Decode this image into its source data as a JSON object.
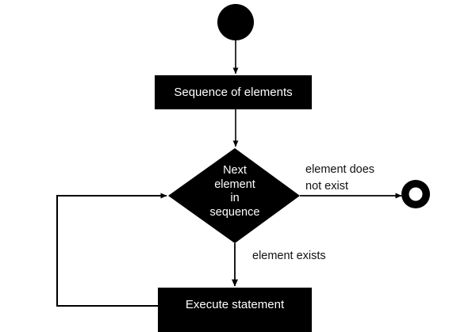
{
  "diagram": {
    "title": "Loop flowchart",
    "colors": {
      "fill": "#000000",
      "stroke": "#000000",
      "node_text": "#ffffff",
      "edge_text": "#111111",
      "background": "#ffffff"
    },
    "nodes": {
      "start": {
        "type": "start-node",
        "name": "start"
      },
      "sequence_box": {
        "type": "action",
        "label": "Sequence of elements"
      },
      "decision": {
        "type": "decision",
        "label": "Next\nelement\nin\nsequence"
      },
      "execute_box": {
        "type": "action",
        "label": "Execute statement"
      },
      "end": {
        "type": "end-node",
        "name": "end"
      }
    },
    "edges": [
      {
        "from": "start",
        "to": "sequence_box",
        "label": ""
      },
      {
        "from": "sequence_box",
        "to": "decision",
        "label": ""
      },
      {
        "from": "decision",
        "to": "end",
        "label": "element does\nnot exist"
      },
      {
        "from": "decision",
        "to": "execute_box",
        "label": "element exists"
      },
      {
        "from": "execute_box",
        "to": "decision",
        "label": ""
      }
    ],
    "edge_labels": {
      "not_exist": "element does\nnot exist",
      "exists": "element exists"
    }
  }
}
